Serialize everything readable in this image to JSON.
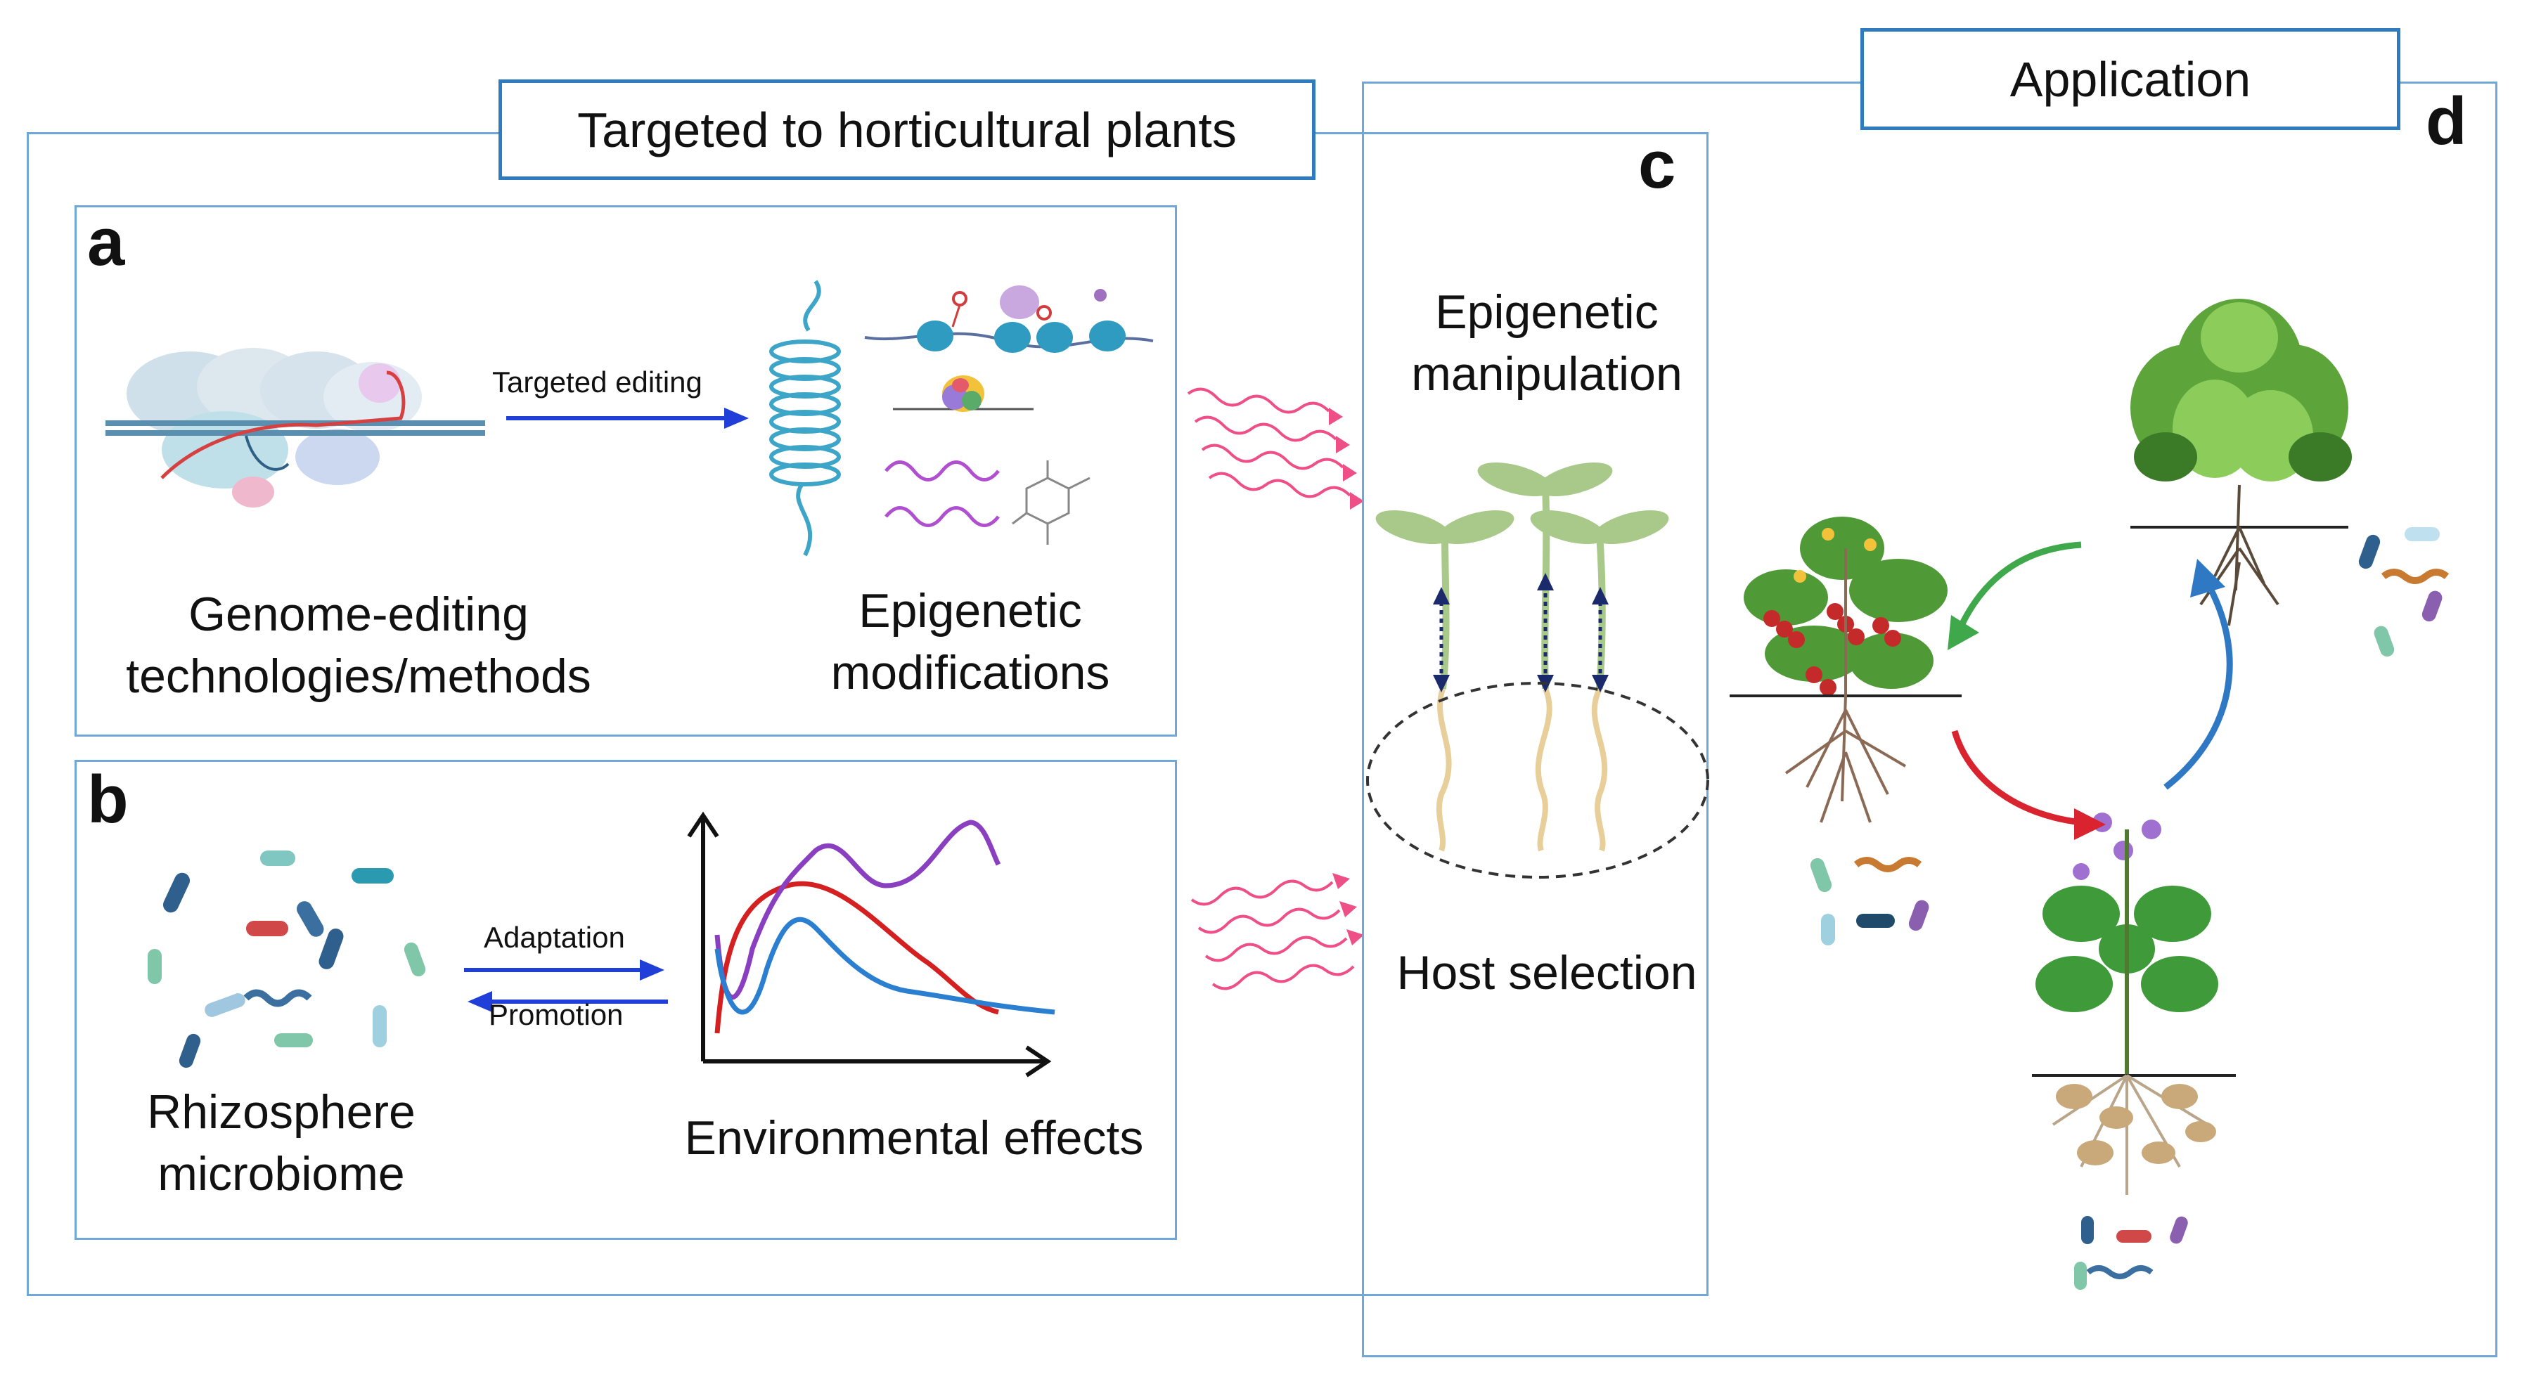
{
  "frames": {
    "left_title": "Targeted to horticultural plants",
    "right_title": "Application"
  },
  "panel_a": {
    "letter": "a",
    "arrow_label": "Targeted editing",
    "left_label_line1": "Genome-editing",
    "left_label_line2": "technologies/methods",
    "right_label_line1": "Epigenetic",
    "right_label_line2": "modifications"
  },
  "panel_b": {
    "letter": "b",
    "arrow_top_label": "Adaptation",
    "arrow_bottom_label": "Promotion",
    "left_label_line1": "Rhizosphere",
    "left_label_line2": "microbiome",
    "right_label": "Environmental effects"
  },
  "panel_c": {
    "letter": "c",
    "top_label_line1": "Epigenetic",
    "top_label_line2": "manipulation",
    "bottom_label": "Host selection"
  },
  "panel_d": {
    "letter": "d"
  },
  "colors": {
    "frame_border": "#6fa8d8",
    "title_border": "#2f7bbf",
    "arrow_blue": "#1f3fd8",
    "wave_pink": "#ee4f86",
    "cycle_green": "#3fa84a",
    "cycle_red": "#d9232e",
    "cycle_blue": "#2f78c4"
  }
}
